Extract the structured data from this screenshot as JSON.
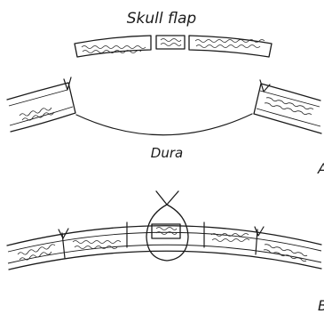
{
  "figure": {
    "part_a": {
      "top_label": "Skull flap",
      "dura_label": "Dura",
      "letter": "A"
    },
    "part_b": {
      "letter": "B"
    }
  }
}
